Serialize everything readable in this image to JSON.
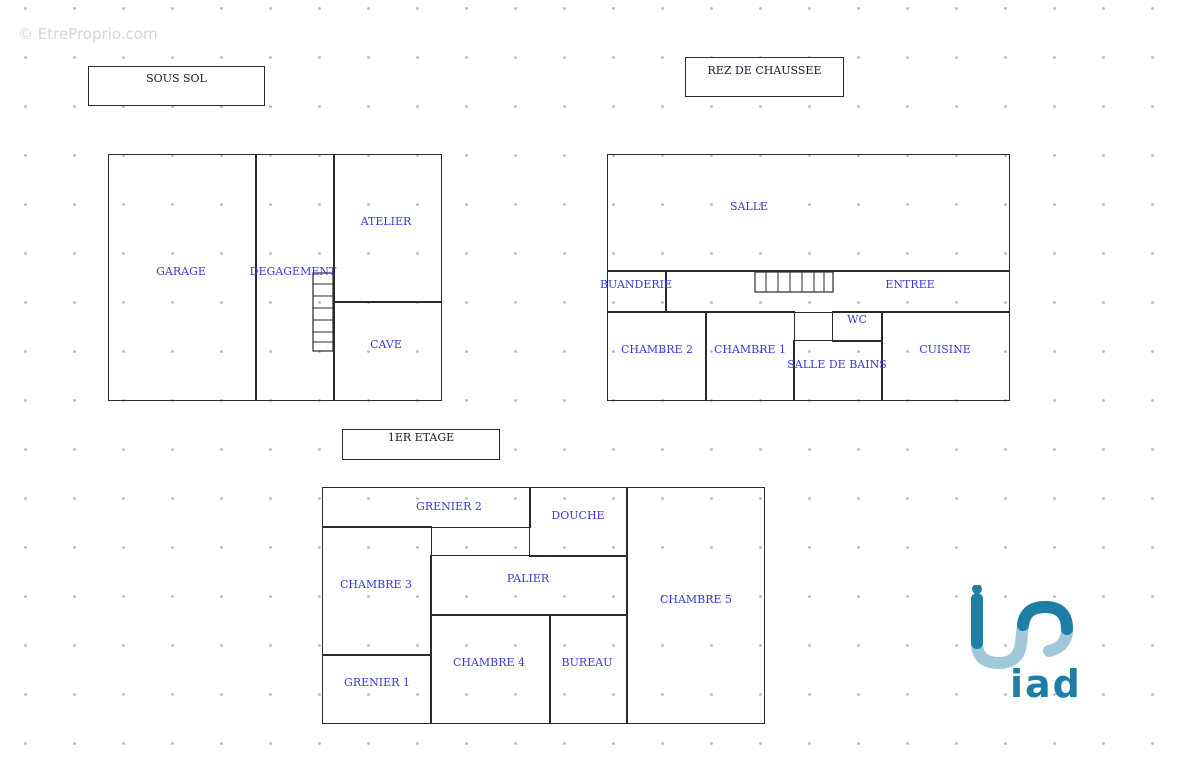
{
  "watermark": "© EtreProprio.com",
  "logo": {
    "text": "iad",
    "color": "#1e7fa6",
    "accent": "#9fc9d8"
  },
  "sections": {
    "sous_sol": "SOUS SOL",
    "rez": "REZ DE CHAUSSEE",
    "etage": "1ER ETAGE"
  },
  "rooms": {
    "garage": "GARAGE",
    "degagement": "DEGAGEMENT",
    "atelier": "ATELIER",
    "cave": "CAVE",
    "salle": "SALLE",
    "buanderie": "BUANDERIE",
    "entree": "ENTREE",
    "wc": "WC",
    "chambre2": "CHAMBRE 2",
    "chambre1": "CHAMBRE 1",
    "salle_de_bains": "SALLE DE BAINS",
    "cuisine": "CUISINE",
    "grenier2": "GRENIER 2",
    "douche": "DOUCHE",
    "chambre3": "CHAMBRE 3",
    "palier": "PALIER",
    "chambre5": "CHAMBRE 5",
    "chambre4": "CHAMBRE 4",
    "bureau": "BUREAU",
    "grenier1": "GRENIER 1"
  }
}
